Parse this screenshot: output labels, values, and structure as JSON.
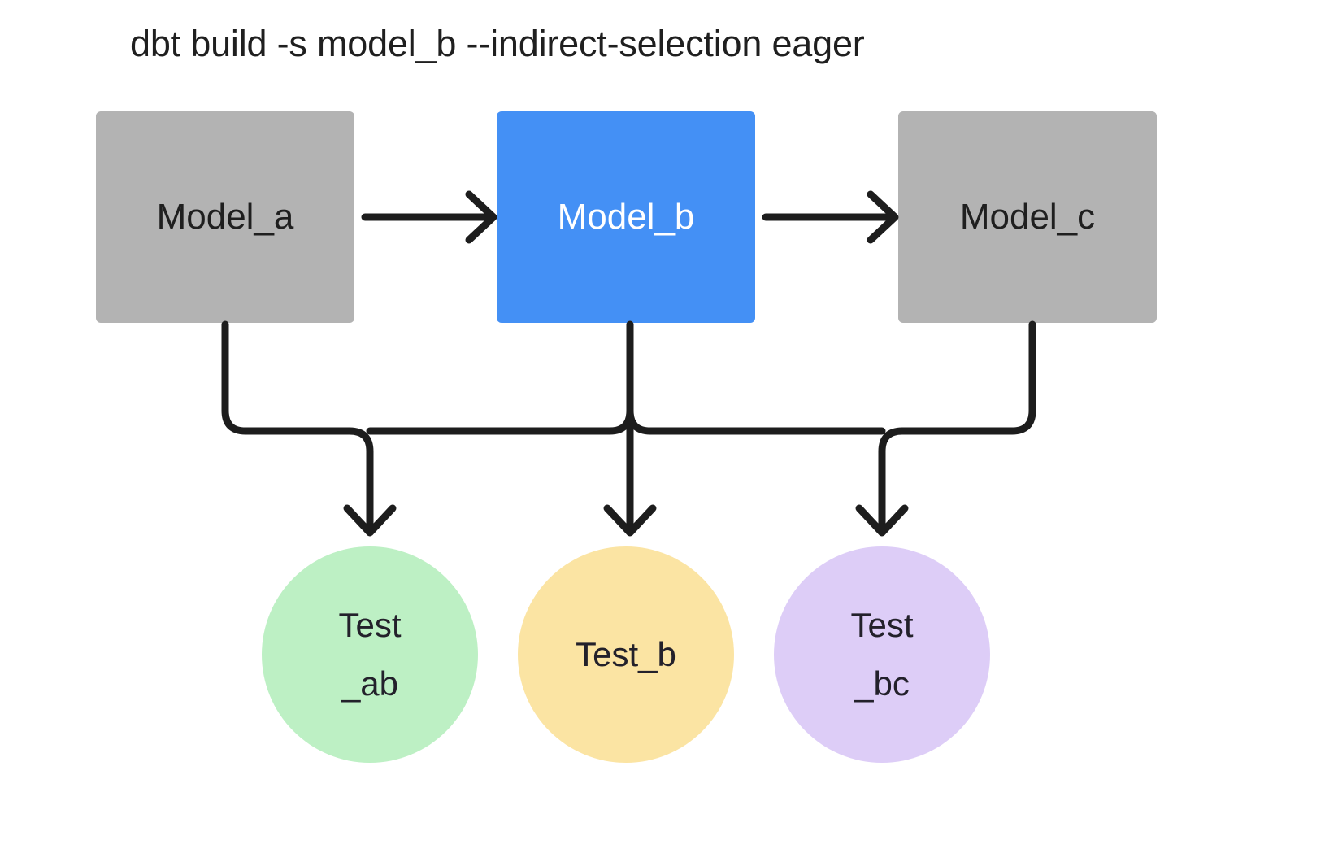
{
  "diagram": {
    "title": "dbt build -s model_b --indirect-selection eager",
    "background": "#ffffff",
    "edge_color": "#1d1d1d",
    "nodes": {
      "model_a": {
        "label": "Model_a",
        "shape": "rect",
        "fill": "#b3b3b3",
        "text_color": "#1f1f1f"
      },
      "model_b": {
        "label": "Model_b",
        "shape": "rect",
        "fill": "#4490f5",
        "text_color": "#ffffff"
      },
      "model_c": {
        "label": "Model_c",
        "shape": "rect",
        "fill": "#b3b3b3",
        "text_color": "#1f1f1f"
      },
      "test_ab": {
        "label": "Test\n_ab",
        "shape": "circle",
        "fill": "#bdf0c4",
        "text_color": "#23212b"
      },
      "test_b": {
        "label": "Test_b",
        "shape": "circle",
        "fill": "#fbe4a3",
        "text_color": "#23212b"
      },
      "test_bc": {
        "label": "Test\n_bc",
        "shape": "circle",
        "fill": "#ddcdf7",
        "text_color": "#23212b"
      }
    },
    "edges": [
      {
        "from": "model_a",
        "to": "model_b",
        "style": "straight-arrow"
      },
      {
        "from": "model_b",
        "to": "model_c",
        "style": "straight-arrow"
      },
      {
        "from": "model_a",
        "to": "test_ab",
        "style": "elbow-arrow"
      },
      {
        "from": "model_b",
        "to": "test_b",
        "style": "straight-arrow"
      },
      {
        "from": "model_c",
        "to": "test_bc",
        "style": "elbow-arrow"
      },
      {
        "from": "model_b",
        "to": "test_ab",
        "style": "elbow-arrow"
      },
      {
        "from": "model_b",
        "to": "test_bc",
        "style": "elbow-arrow"
      }
    ]
  }
}
